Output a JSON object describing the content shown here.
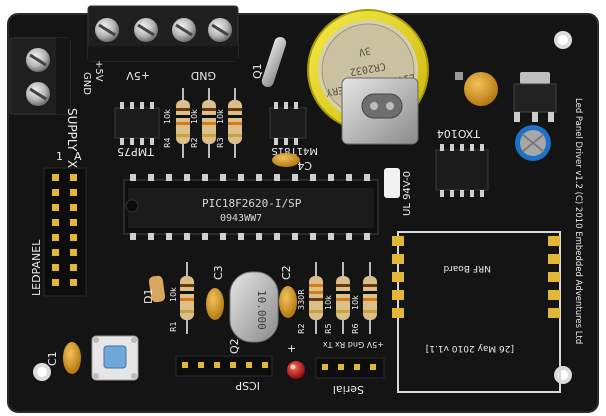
{
  "photo": {
    "subject": "Led Panel Driver circuit board",
    "colors": {
      "pcb": "#141414",
      "silkscreen": "#ececec",
      "terminal_block": "#1f1f1f",
      "screw": "#c8c8c8",
      "battery_holder": "#e6d619",
      "ic_body": "#1b1b1b",
      "button_cap": "#6fa7d8",
      "led_red": "#d21a1a"
    }
  },
  "silkscreen": {
    "supply": "SUPPLY",
    "x_mark": "X",
    "gnd_left": "GND",
    "plus_v_left": "+5V",
    "plus_5v": "+5V",
    "gnd_top": "GND",
    "q1": "Q1",
    "tmp75": "TMP75",
    "m41t81s": "M41T81S",
    "c4": "C4",
    "r4": "R4",
    "r2": "R2",
    "r3": "R3",
    "r4_val": "10k",
    "r2_val": "10k",
    "r3_val": "10k",
    "txo104": "TXO104",
    "ledpanel": "LEDPANEL",
    "pin1": "1",
    "pin_a": "A",
    "d1": "D1",
    "c3": "C3",
    "c2": "C2",
    "c1": "C1",
    "r1": "R1",
    "r1_val": "10k",
    "r2b": "R2",
    "r2b_val": "330R",
    "r5": "R5",
    "r6": "R6",
    "r5_val": "10k",
    "r6_val": "10k",
    "q2": "Q2",
    "icsp": "ICSP",
    "serial": "Serial",
    "serial_pins": "+5V Gnd Rx Tx",
    "nrf_board": "NRF Board",
    "build_date": "[26 May 2010 v1.1]",
    "product": "Led Panel Driver v1.2 (C) 2010 Embedded Adventures Ltd",
    "ul_mark": "UL 94V-0"
  },
  "components": {
    "mcu_line1": "PIC18F2620-I/SP",
    "mcu_line2": "0943WW7",
    "crystal": "10.000",
    "battery_line1": "LITHIUM BATTERY",
    "battery_line2": "CR2032",
    "battery_line3": "3V"
  }
}
